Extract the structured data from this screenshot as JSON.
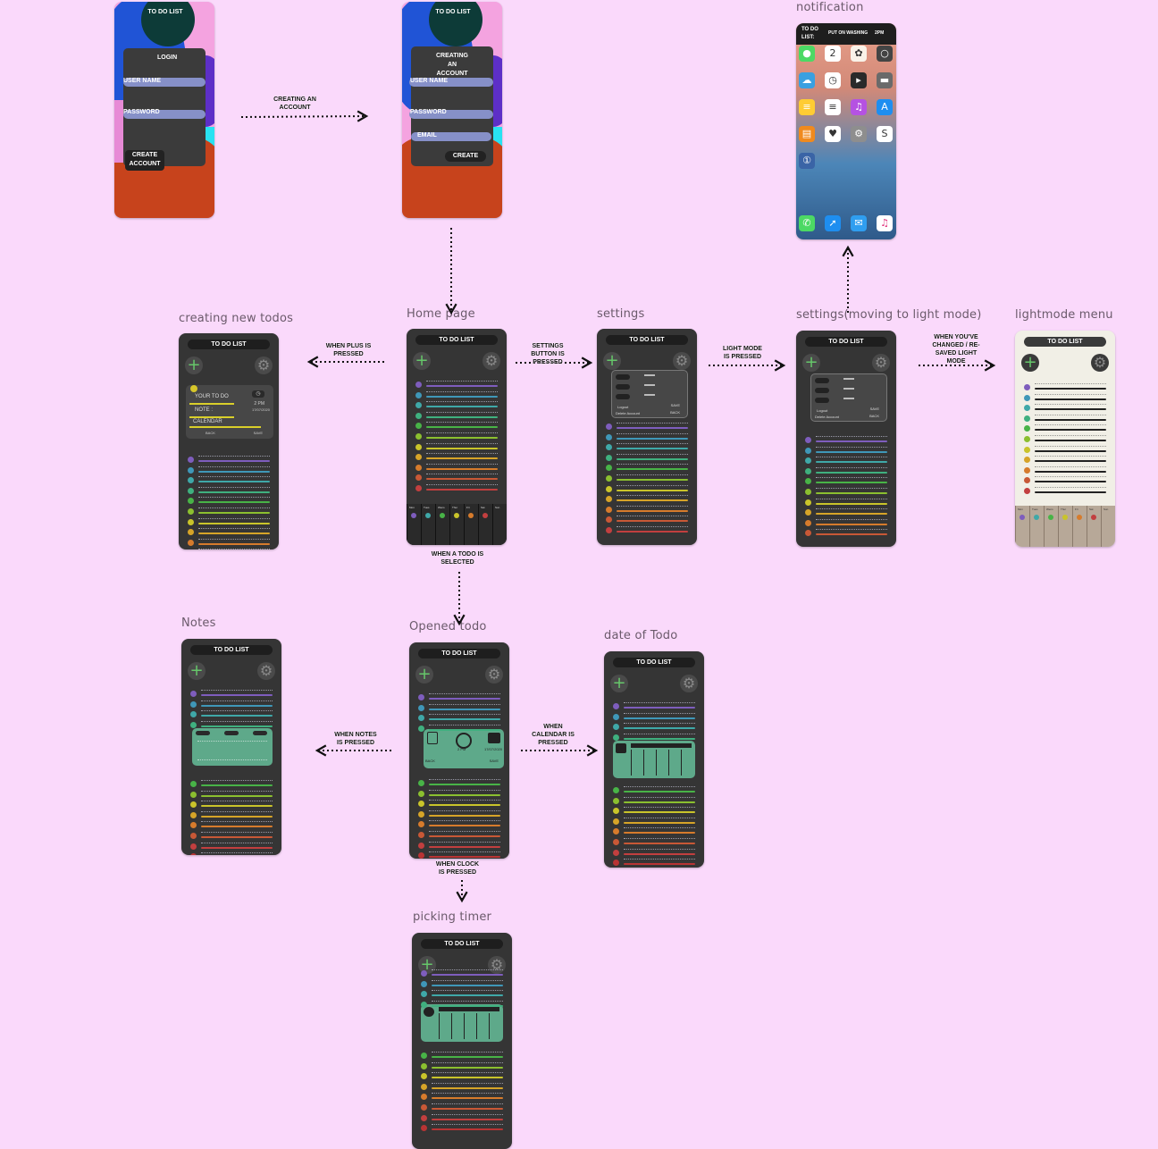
{
  "labels": {
    "notification": "notification",
    "creating_new_todos": "creating new todos",
    "home_page": "Home page",
    "settings": "settings",
    "settings_light": "settings(moving to light mode)",
    "lightmode_menu": "lightmode menu",
    "notes": "Notes",
    "opened_todo": "Opened todo",
    "date_of_todo": "date of Todo",
    "picking_timer": "picking timer"
  },
  "annotations": {
    "creating_account": "CREATING AN ACCOUNT",
    "when_plus": "WHEN PLUS IS PRESSED",
    "settings_button": "SETTINGS BUTTON IS PRESSED",
    "light_mode": "LIGHT MODE IS PRESSED",
    "when_youve_saved": "WHEN YOU'VE CHANGED / RE-SAVED LIGHT MODE",
    "todo_selected": "WHEN A TODO IS SELECTED",
    "notes_pressed": "WHEN NOTES IS PRESSED",
    "calendar_pressed": "WHEN CALENDAR IS PRESSED",
    "clock_pressed": "WHEN CLOCK IS PRESSED"
  },
  "app": {
    "title": "TO DO LIST",
    "login": "LOGIN",
    "user_name": "USER NAME",
    "password": "PASSWORD",
    "email": "EMAIL",
    "create_account": "CREATE ACCOUNT",
    "creating_account": "CREATING AN ACCOUNT",
    "create": "CREATE",
    "your_to_do": "YOUR TO DO",
    "note": "NOTE :",
    "calendar": "CALENDAR",
    "back": "BACK",
    "save": "SAVE",
    "time": "2 PM",
    "date": "17/07/2020",
    "notif_title": "TO DO LIST:",
    "notif_msg": "PUT ON WASHING",
    "notif_time": "2PM",
    "days": [
      "Mon",
      "Tues",
      "Wens",
      "Thur",
      "Fri",
      "Sat",
      "Sun"
    ],
    "logout": "Logout",
    "delete_account": "Delete Account"
  },
  "colors": {
    "background": "#fad9fb",
    "phone": "#353535",
    "bar": "#1e1e1e",
    "accent_green": "#66c76a",
    "teal_panel": "#5ea98a",
    "row_colors": [
      "#7e5dbd",
      "#3f97b8",
      "#3fa8a8",
      "#3fb07f",
      "#48b347",
      "#8bbf2f",
      "#c9c42a",
      "#d6a428",
      "#d67b2c",
      "#c85836",
      "#c23f3f",
      "#b83434"
    ]
  }
}
